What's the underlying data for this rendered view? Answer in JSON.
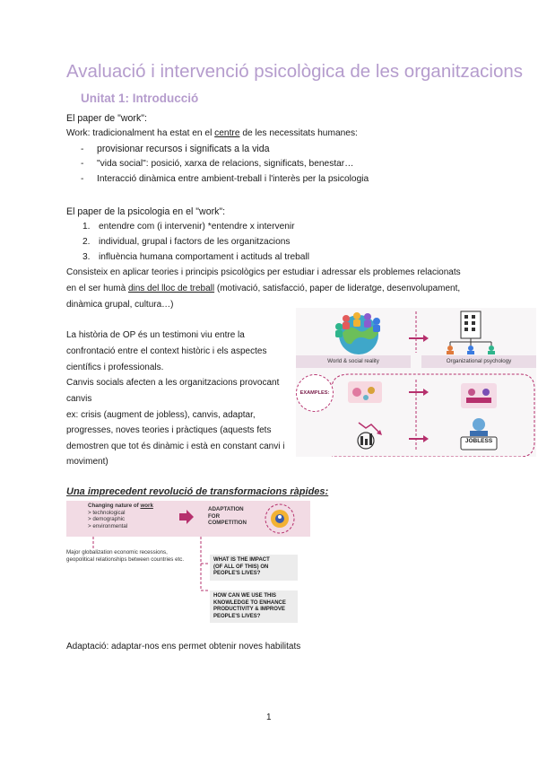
{
  "title": "Avaluació i intervenció psicològica de les organitzacions",
  "subtitle": "Unitat 1: Introducció",
  "paper_work_heading": "El paper de \"work\":",
  "work_line": {
    "prefix": "Work: tradicionalment ha estat en el ",
    "underlined": "centre",
    "suffix": " de les necessitats humanes:"
  },
  "work_items": [
    "provisionar recursos i significats a la vida",
    "\"vida social\": posició, xarxa de relacions, significats, benestar…",
    "Interacció dinàmica entre ambient-treball  i l'interès per la psicologia"
  ],
  "psych_heading": "El paper de la psicologia en el \"work\":",
  "psych_items": [
    "entendre com (i intervenir) *entendre x intervenir",
    "individual, grupal i factors de les organitzacions",
    "influència humana comportament i actituds al treball"
  ],
  "consisteix": {
    "line1": "Consisteix  en  aplicar  teories  i  principis  psicològics  per  estudiar  i  adressar  els  problemes  relacionats",
    "line2_prefix": "en  el  ser  humà  ",
    "line2_underlined": "dins del lloc de treball",
    "line2_suffix": " (motivació,  satisfacció,  paper de lideratge,  desenvolupament,",
    "line3": "dinàmica grupal, cultura…)"
  },
  "historia_lines": [
    "La  història  de  OP  és  un  testimoni  viu  entre  la",
    "confrontació  entre  el  context  històric  i  els  aspectes",
    "científics i professionals."
  ],
  "canvis_lines": [
    "Canvis  socials  afecten  a  les  organitzacions  provocant",
    "canvis",
    "ex:  crisis  (augment  de  jobless),  canvis,  adaptar,",
    "progresses,  noves  teories  i  pràctiques  (aquests  fets",
    "demostren  que  tot  és  dinàmic  i  està  en  constant  canvi  i",
    "moviment)"
  ],
  "figure1": {
    "label_left": "World & social reality",
    "label_right": "Organizational psychology",
    "examples": "EXAMPLES:",
    "jobless": "JOBLESS"
  },
  "revolution_heading": "Una imprecedent revolució de transformacions ràpides:",
  "figure2": {
    "changing_prefix": "Changing nature of ",
    "changing_work": "work",
    "changing_items": [
      "> technological",
      "> demographic",
      "> environmental"
    ],
    "adaptation": [
      "ADAPTATION",
      "FOR",
      "COMPETITION"
    ],
    "drivers": [
      "Major globalization economic recessions,",
      "geopolitical relationships between countries etc."
    ],
    "impact": [
      "WHAT IS THE IMPACT",
      "(OF ALL OF THIS) ON",
      "PEOPLE'S LIVES?"
    ],
    "knowledge": [
      "HOW CAN WE USE THIS",
      "KNOWLEDGE TO ENHANCE",
      "PRODUCTIVITY & IMPROVE",
      "PEOPLE'S LIVES?"
    ]
  },
  "adaptacio": "Adaptació: adaptar-nos ens permet obtenir noves habilitats",
  "page_number": "1",
  "colors": {
    "title": "#b59ccd",
    "accent": "#b6306d",
    "pink_band": "#f2dbe4"
  }
}
